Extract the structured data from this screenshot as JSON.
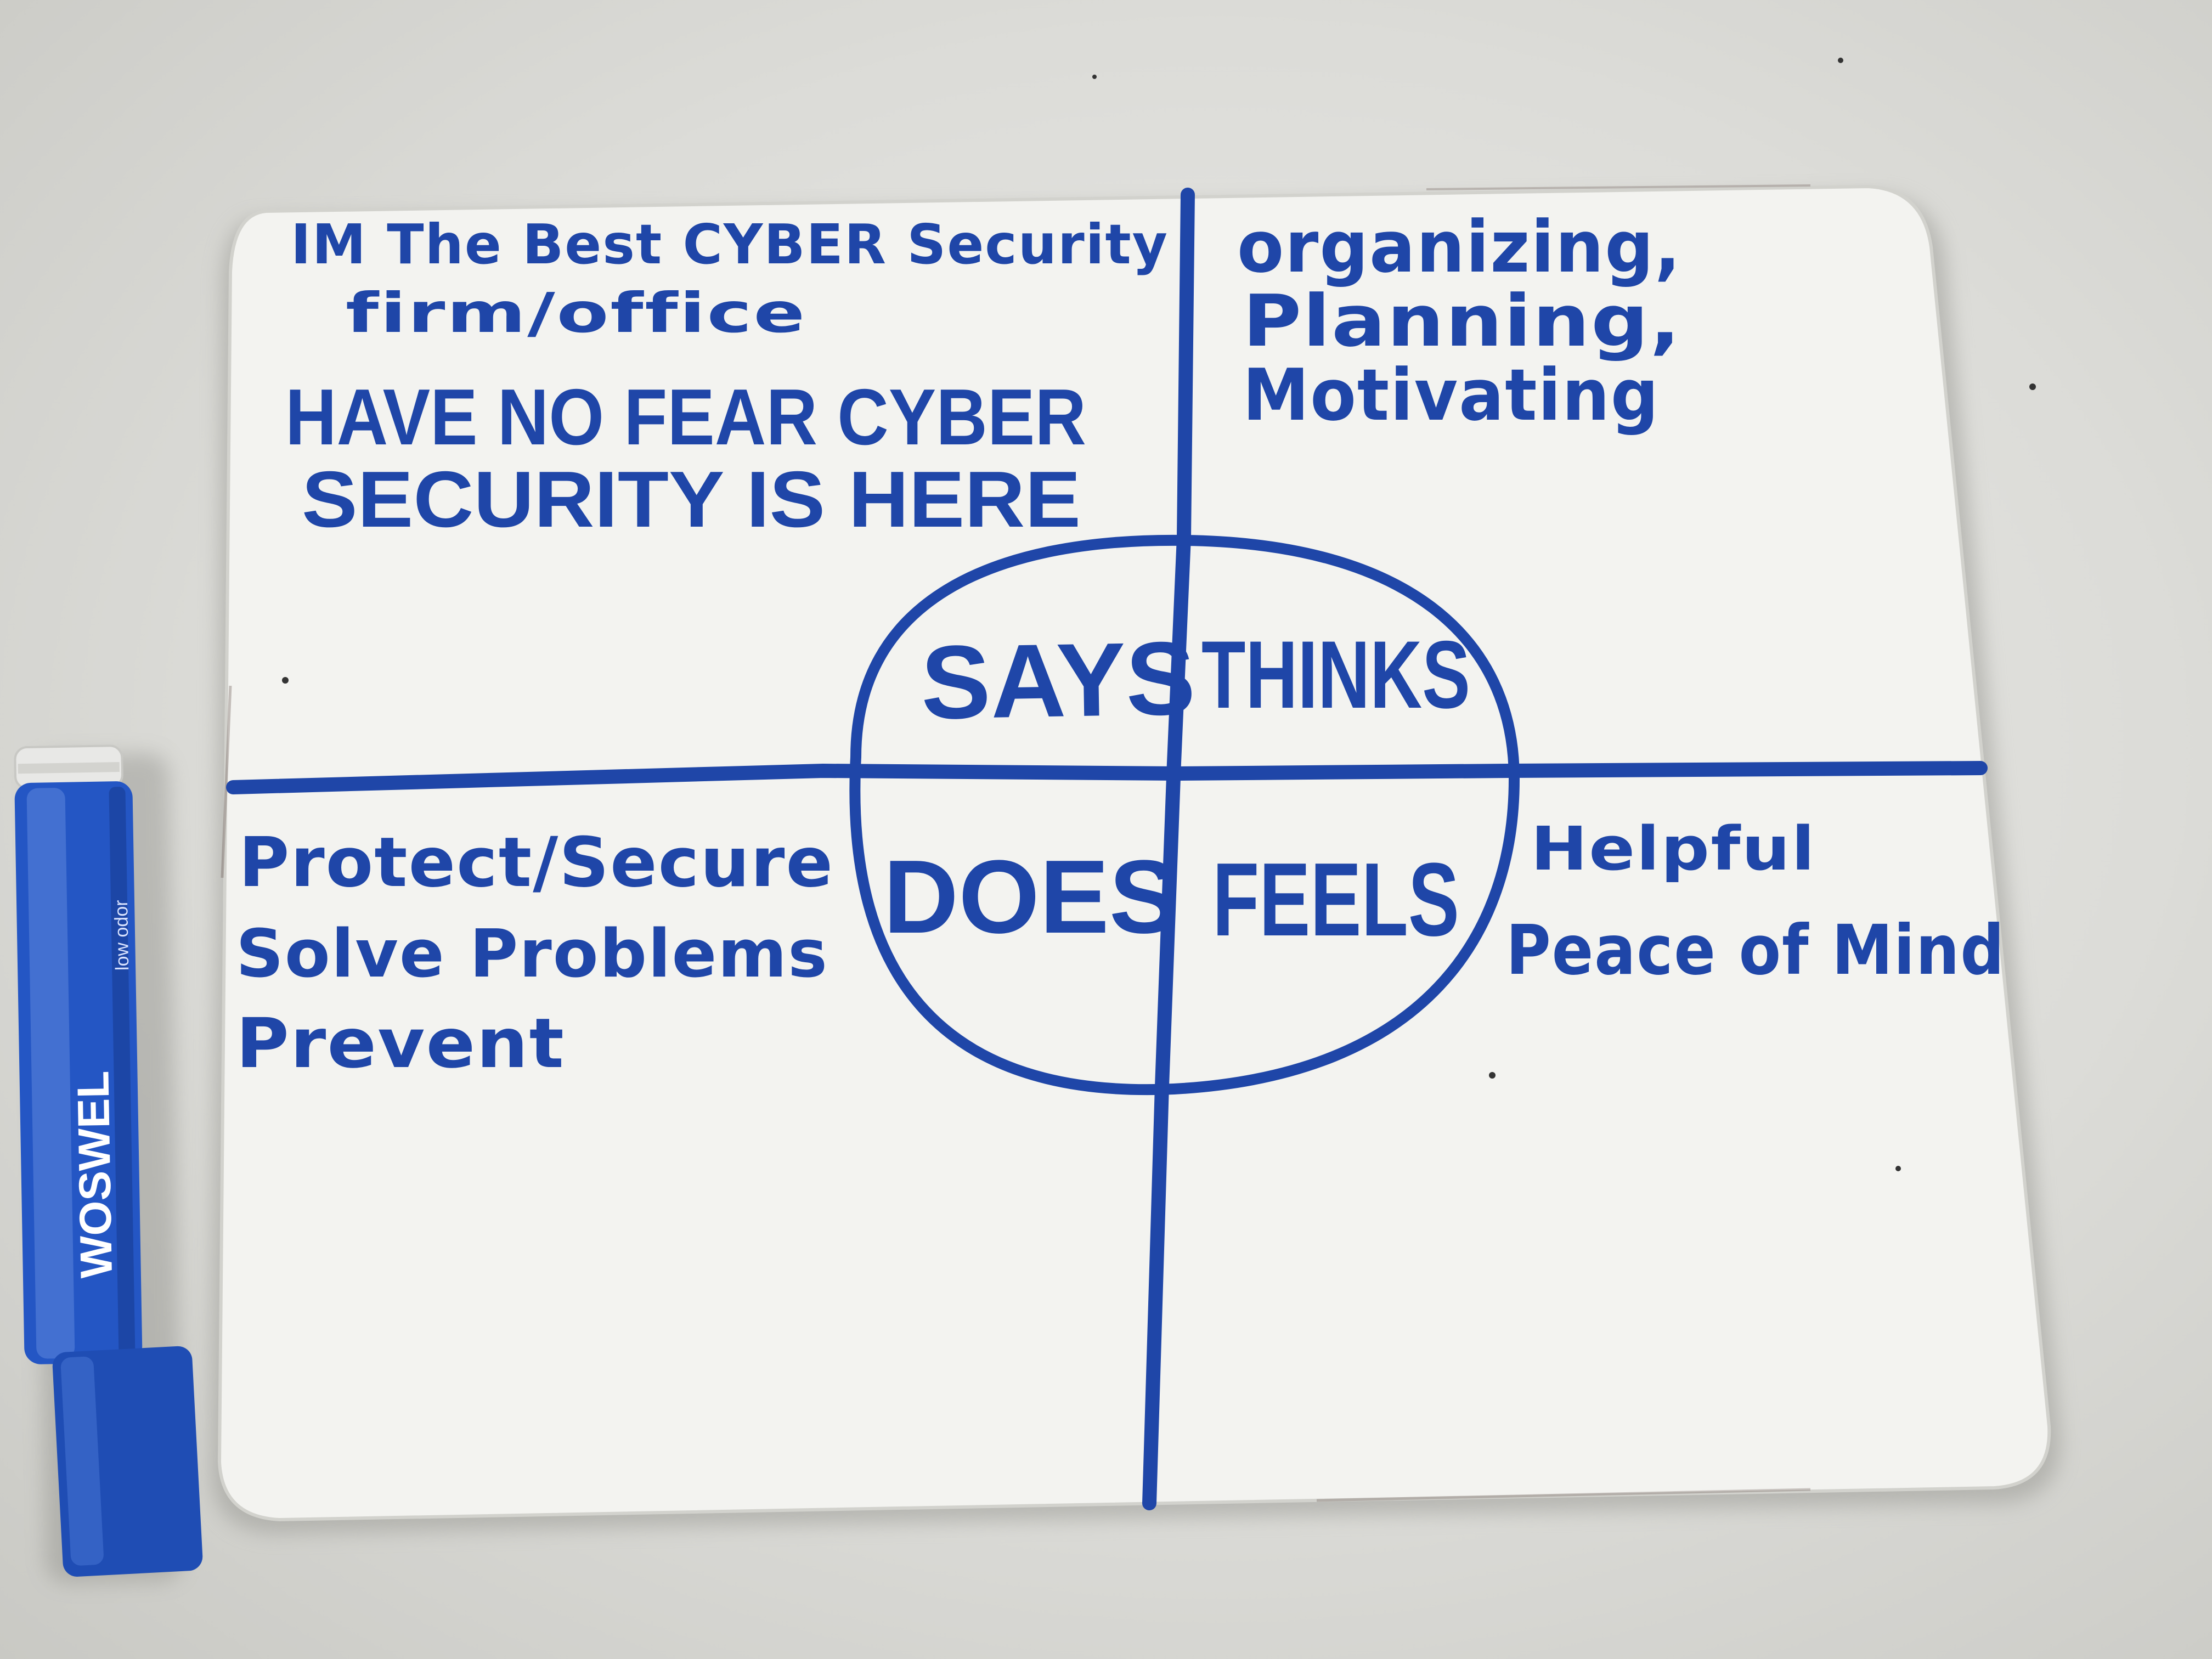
{
  "board": {
    "center_labels": {
      "says": "SAYS",
      "thinks": "THINKS",
      "does": "DOES",
      "feels": "FEELS"
    },
    "says_quadrant": {
      "line1": "IM The Best CYBER Security",
      "line2": "firm/office",
      "line3": "HAVE NO FEAR CYBER",
      "line4": "SECURITY IS HERE"
    },
    "thinks_quadrant": {
      "line1": "organizing,",
      "line2": "Planning,",
      "line3": "Motivating"
    },
    "does_quadrant": {
      "line1": "Protect/Secure",
      "line2": "Solve Problems",
      "line3": "Prevent"
    },
    "feels_quadrant": {
      "line1": "Helpful",
      "line2": "Peace of Mind"
    }
  },
  "marker": {
    "brand": "WOSWEL",
    "subtext": "low odor"
  },
  "colors": {
    "ink": "#1f46a8",
    "board": "#f3f3f0",
    "background": "#dcdcd8",
    "marker_body": "#2456c4"
  }
}
